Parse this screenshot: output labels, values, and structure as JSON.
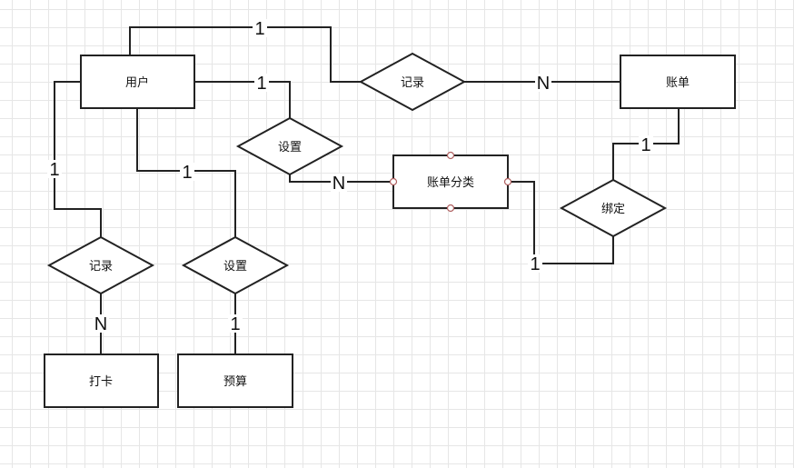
{
  "entities": {
    "user": "用户",
    "bill": "账单",
    "category": "账单分类",
    "checkin": "打卡",
    "budget": "预算"
  },
  "relationships": {
    "record_top": "记录",
    "setup_mid": "设置",
    "bind": "绑定",
    "record_left": "记录",
    "setup_bottom": "设置"
  },
  "cardinalities": {
    "user_record_top": "1",
    "record_top_bill": "N",
    "user_setup_mid": "1",
    "setup_mid_category": "N",
    "bill_bind": "1",
    "category_bind": "1",
    "user_record_left": "1",
    "record_left_checkin": "N",
    "user_setup_bottom": "1",
    "setup_bottom_budget": "1"
  },
  "colors": {
    "line": "#222222",
    "grid": "#e6e6e6",
    "port": "#b06060"
  }
}
